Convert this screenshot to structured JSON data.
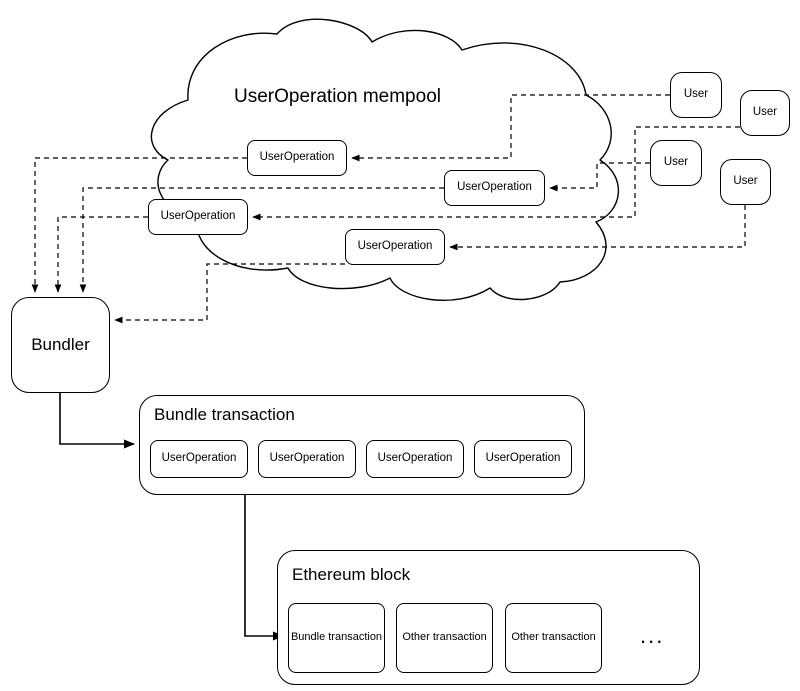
{
  "diagram": {
    "title_cloud": "UserOperation mempool",
    "mempool_operations": [
      {
        "label": "UserOperation"
      },
      {
        "label": "UserOperation"
      },
      {
        "label": "UserOperation"
      },
      {
        "label": "UserOperation"
      }
    ],
    "users": [
      {
        "label": "User"
      },
      {
        "label": "User"
      },
      {
        "label": "User"
      },
      {
        "label": "User"
      }
    ],
    "bundler": {
      "label": "Bundler"
    },
    "bundle_transaction": {
      "title": "Bundle transaction",
      "operations": [
        {
          "label": "UserOperation"
        },
        {
          "label": "UserOperation"
        },
        {
          "label": "UserOperation"
        },
        {
          "label": "UserOperation"
        }
      ]
    },
    "ethereum_block": {
      "title": "Ethereum block",
      "transactions": [
        {
          "label": "Bundle transaction"
        },
        {
          "label": "Other transaction"
        },
        {
          "label": "Other transaction"
        }
      ],
      "more_indicator": "..."
    },
    "colors": {
      "stroke": "#000000",
      "fill": "#ffffff",
      "text": "#000000"
    }
  }
}
